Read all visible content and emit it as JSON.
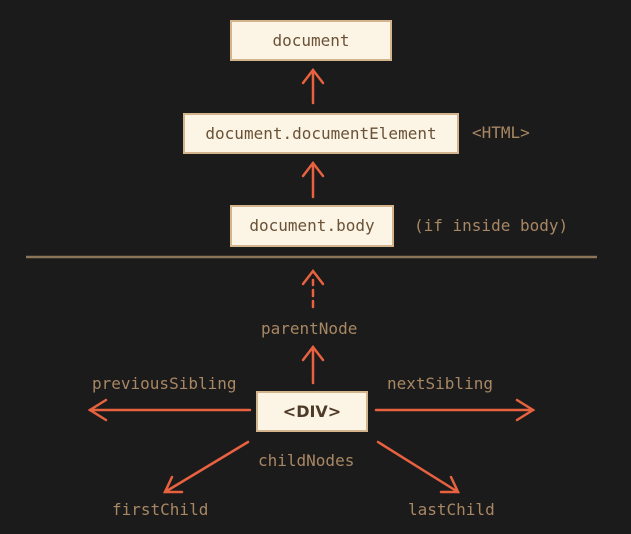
{
  "colors": {
    "background": "#1b1b1c",
    "arrow": "#e8623f",
    "box_fill": "#fcf4e4",
    "box_border": "#d4b48d",
    "box_text": "#6a5237",
    "label_text": "#a88763",
    "divider": "#8b7458"
  },
  "boxes": {
    "document": "document",
    "document_element": "document.documentElement",
    "body": "document.body",
    "div": "<DIV>"
  },
  "notes": {
    "html": "<HTML>",
    "if_inside_body": "(if inside body)"
  },
  "navigation": {
    "parent_node": "parentNode",
    "previous_sibling": "previousSibling",
    "next_sibling": "nextSibling",
    "child_nodes": "childNodes",
    "first_child": "firstChild",
    "last_child": "lastChild"
  }
}
